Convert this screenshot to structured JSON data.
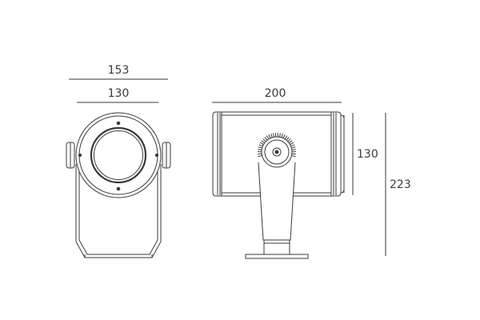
{
  "dimensions": {
    "front_outer_width": "153",
    "front_inner_width": "130",
    "side_length": "200",
    "side_body_height": "130",
    "total_height": "223"
  },
  "colors": {
    "line": "#3a3a3a",
    "text": "#3a3a3a",
    "background": "#ffffff"
  }
}
